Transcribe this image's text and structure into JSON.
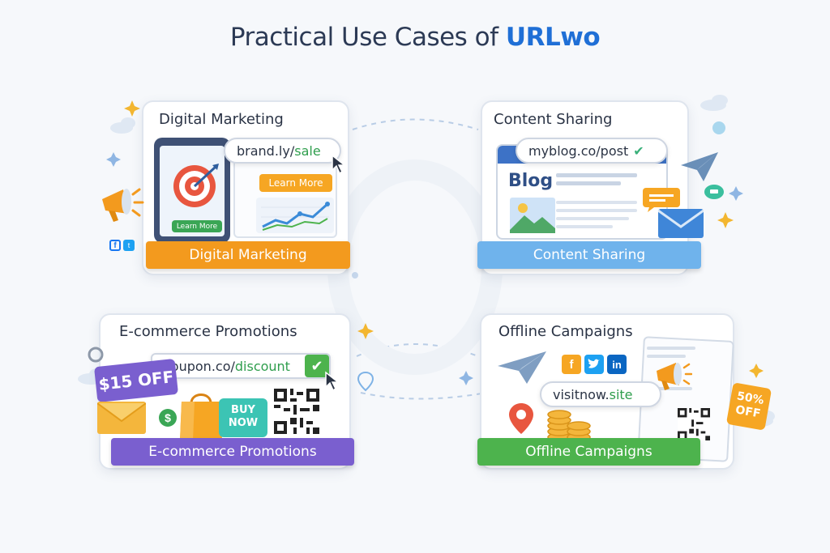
{
  "page": {
    "title_prefix": "Practical Use Cases of ",
    "title_brand": "URLwo"
  },
  "colors": {
    "brand": "#1f6fd6",
    "orange": "#f39a1e",
    "blue": "#6fb3ec",
    "purple": "#7a5fcf",
    "green": "#4db34d"
  },
  "cards": {
    "digital": {
      "title": "Digital Marketing",
      "url_prefix": "brand.ly/",
      "url_path": "sale",
      "learn_more_big": "Learn More",
      "learn_more_small": "Learn More",
      "ribbon": "Digital Marketing",
      "icons": [
        "target-icon",
        "megaphone-icon",
        "line-chart-icon",
        "cursor-icon",
        "facebook-icon",
        "twitter-icon"
      ]
    },
    "content": {
      "title": "Content Sharing",
      "url": "myblog.co/post",
      "blog_heading": "Blog",
      "ribbon": "Content Sharing",
      "icons": [
        "image-icon",
        "paper-plane-icon",
        "chat-icon",
        "envelope-icon",
        "link-check-icon"
      ]
    },
    "ecommerce": {
      "title": "E-commerce Promotions",
      "url_prefix": "coupon.co/",
      "url_path": "discount",
      "price_tag": "$15 OFF",
      "buy_now_line1": "BUY",
      "buy_now_line2": "NOW",
      "dollar": "$",
      "ribbon": "E-commerce Promotions",
      "icons": [
        "price-tag-icon",
        "envelope-icon",
        "shopping-bag-icon",
        "qr-code-icon",
        "checkmark-icon",
        "cursor-icon"
      ]
    },
    "offline": {
      "title": "Offline Campaigns",
      "url_prefix": "visitnow.",
      "url_path": "site",
      "discount_badge_line1": "50%",
      "discount_badge_line2": "OFF",
      "social_f": "f",
      "social_in": "in",
      "ribbon": "Offline Campaigns",
      "icons": [
        "paper-plane-icon",
        "location-pin-icon",
        "coins-icon",
        "megaphone-icon",
        "qr-code-icon",
        "facebook-icon",
        "twitter-icon",
        "linkedin-icon"
      ]
    }
  }
}
